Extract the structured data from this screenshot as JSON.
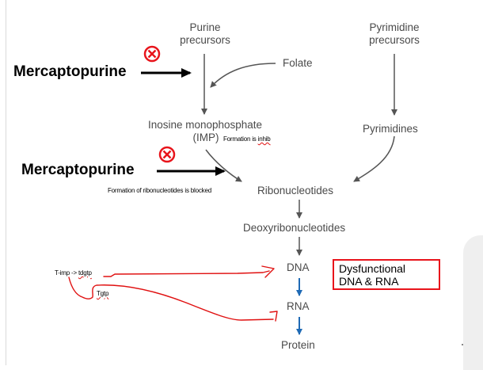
{
  "diagram": {
    "nodes": {
      "purine_precursors": [
        "Purine",
        "precursors"
      ],
      "pyrimidine_precursors": [
        "Pyrimidine",
        "precursors"
      ],
      "folate": "Folate",
      "imp": [
        "Inosine monophosphate",
        "(IMP)"
      ],
      "pyrimidines": "Pyrimidines",
      "ribonucleotides": "Ribonucleotides",
      "deoxyribonucleotides": "Deoxyribonucleotides",
      "dna": "DNA",
      "rna": "RNA",
      "protein": "Protein"
    },
    "drugs": {
      "top": "Mercaptopurine",
      "bottom": "Mercaptopurine"
    },
    "notes": {
      "imp_formation": "Formation is ",
      "imp_formation_misspelled": "inhib",
      "ribonucleotides_blocked": "Formation of ribonucleotides is blocked",
      "timp_prefix": "T-imp -> ",
      "timp_product": "tdgtp",
      "tgtp": "Tgtp"
    },
    "result_box": [
      "Dysfunctional",
      "DNA & RNA"
    ],
    "colors": {
      "pathway_arrow": "#555555",
      "gene_arrow": "#1f6ab5",
      "inhibit": "#e8141b",
      "annotation": "#e01010",
      "drug_arrow": "#000000"
    },
    "icons": {
      "inhibit": "circle-x-icon"
    }
  }
}
